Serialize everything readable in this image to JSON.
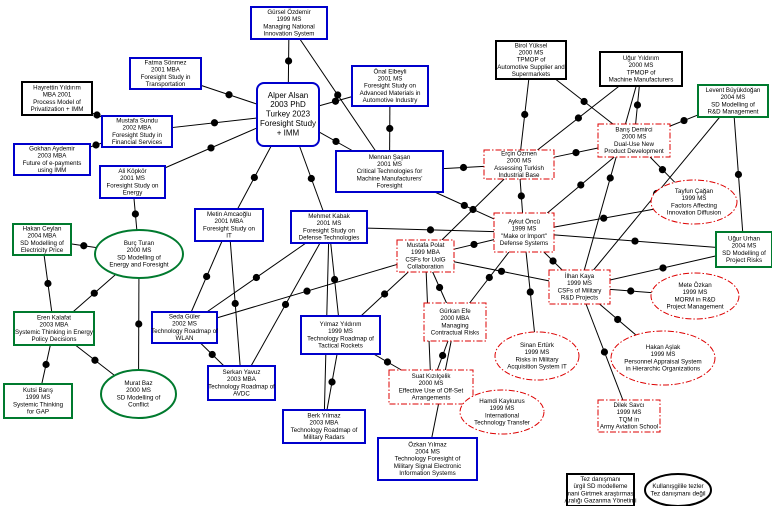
{
  "colors": {
    "blue": "#0000cc",
    "red": "#dd0000",
    "green": "#007a2e",
    "black": "#000000",
    "line": "#000000"
  },
  "nodes": [
    {
      "id": "gursel",
      "color": "blue",
      "shape": "rect",
      "lines": [
        "Gürsel Özdemir",
        "1999 MS",
        "Managing National",
        "Innovation System"
      ]
    },
    {
      "id": "fatma",
      "color": "blue",
      "shape": "rect",
      "lines": [
        "Fatma Sönmez",
        "2001 MBA",
        "Foresight Study in",
        "Transportation"
      ]
    },
    {
      "id": "hayrettin",
      "color": "black",
      "shape": "rect",
      "lines": [
        "Hayrettin Yıldırım",
        "MBA 2001",
        "Process Model of",
        "Privatization + IMM"
      ]
    },
    {
      "id": "mustafa_s",
      "color": "blue",
      "shape": "rect",
      "lines": [
        "Mustafa Sundu",
        "2002 MBA",
        "Foresight Study in",
        "Financial Services"
      ]
    },
    {
      "id": "alper",
      "color": "blue",
      "shape": "rect",
      "big": true,
      "lines": [
        "Alper Alsan",
        "2003 PhD",
        "Turkey 2023",
        "Foresight Study",
        "+ IMM"
      ]
    },
    {
      "id": "onal",
      "color": "blue",
      "shape": "rect",
      "lines": [
        "Önal Elbeyli",
        "2001 MS",
        "Foresight Study on",
        "Advanced Materials in",
        "Automotive Industry"
      ]
    },
    {
      "id": "birol",
      "color": "black",
      "shape": "rect",
      "lines": [
        "Birol Yüksel",
        "2000 MS",
        "TPMOP of",
        "Automotive Supplier and",
        "Supermarkets"
      ]
    },
    {
      "id": "ugur_y",
      "color": "black",
      "shape": "rect",
      "lines": [
        "Uğur Yıldırım",
        "2000 MS",
        "TPMOP of",
        "Machine Manufacturers"
      ]
    },
    {
      "id": "levent",
      "color": "green",
      "shape": "rect",
      "lines": [
        "Levent Büyükdoğan",
        "2004 MS",
        "SD Modelling of",
        "R&D Management"
      ]
    },
    {
      "id": "gokhan",
      "color": "blue",
      "shape": "rect",
      "lines": [
        "Gokhan Aydemir",
        "2003 MBA",
        "Future of e-payments",
        "using IMM"
      ]
    },
    {
      "id": "ali",
      "color": "blue",
      "shape": "rect",
      "lines": [
        "Ali Köpkör",
        "2001 MS",
        "Foresight Study on",
        "Energy"
      ]
    },
    {
      "id": "mennan",
      "color": "blue",
      "shape": "rect",
      "lines": [
        "Mennan Şaşan",
        "2001 MS",
        "Critical Technologies for",
        "Machine Manufacturers'",
        "Foresight"
      ]
    },
    {
      "id": "ercin",
      "color": "red",
      "shape": "rect",
      "lines": [
        "Erçin Özmen",
        "2000 MS",
        "Assessing Turkish",
        "Industrial Base"
      ]
    },
    {
      "id": "baris",
      "color": "red",
      "shape": "rect",
      "lines": [
        "Barış Demirci",
        "2000 MS",
        "Dual-Use New",
        "Product Development"
      ]
    },
    {
      "id": "tayfun",
      "color": "red",
      "shape": "ellipse",
      "lines": [
        "Tayfun Çağan",
        "1999 MS",
        "Factors Affecting",
        "Innovation Diffusion"
      ]
    },
    {
      "id": "hakan_c",
      "color": "green",
      "shape": "rect",
      "lines": [
        "Hakan Ceylan",
        "2004 MBA",
        "SD Modelling of",
        "Electricity Price"
      ]
    },
    {
      "id": "burc",
      "color": "green",
      "shape": "ellipse",
      "lines": [
        "Burç Turan",
        "2000 MS",
        "SD Modelling of",
        "Energy and Foresight"
      ]
    },
    {
      "id": "metin",
      "color": "blue",
      "shape": "rect",
      "lines": [
        "Metin Amcaoğlu",
        "2001 MBA",
        "Foresight Study on",
        "IT"
      ]
    },
    {
      "id": "mehmet",
      "color": "blue",
      "shape": "rect",
      "lines": [
        "Mehmet Kabak",
        "2001 MS",
        "Foresight Study on",
        "Defense Technologies"
      ]
    },
    {
      "id": "aykut",
      "color": "red",
      "shape": "rect",
      "lines": [
        "Aykut Öncü",
        "1999 MS",
        "\"Make or Import\"",
        "Defense Systems"
      ]
    },
    {
      "id": "mustafa_p",
      "color": "red",
      "shape": "rect",
      "lines": [
        "Mustafa Polat",
        "1999 MBA",
        "CSFs for UolG",
        "Collaboration"
      ]
    },
    {
      "id": "ugur_u",
      "color": "green",
      "shape": "rect",
      "lines": [
        "Uğur Urhan",
        "2004 MS",
        "SD Modelling of",
        "Project Risks"
      ]
    },
    {
      "id": "ilhan",
      "color": "red",
      "shape": "rect",
      "lines": [
        "İlhan Kaya",
        "1999 MS",
        "CSFs of Military",
        "R&D Projects"
      ]
    },
    {
      "id": "mete",
      "color": "red",
      "shape": "ellipse",
      "lines": [
        "Mete Özkan",
        "1999 MS",
        "MORM in R&D",
        "Project Management"
      ]
    },
    {
      "id": "eren",
      "color": "green",
      "shape": "rect",
      "lines": [
        "Eren Kalafat",
        "2003 MBA",
        "Systemic Thinking in Energy",
        "Policy Decisions"
      ]
    },
    {
      "id": "seda",
      "color": "blue",
      "shape": "rect",
      "lines": [
        "Seda Güler",
        "2002 MS",
        "Technology Roadmap of",
        "WLAN"
      ]
    },
    {
      "id": "yilmaz_y",
      "color": "blue",
      "shape": "rect",
      "lines": [
        "Yılmaz Yıldırım",
        "1999 MS",
        "Technology Roadmap of",
        "Tactical Rockets"
      ]
    },
    {
      "id": "gurkan",
      "color": "red",
      "shape": "rect",
      "lines": [
        "Gürkan Efe",
        "2000 MBA",
        "Managing",
        "Contractual Risks"
      ]
    },
    {
      "id": "sinan",
      "color": "red",
      "shape": "ellipse",
      "lines": [
        "Sinan Ertürk",
        "1999 MS",
        "Risks in Military",
        "Acquisition System IT"
      ]
    },
    {
      "id": "hakan_a",
      "color": "red",
      "shape": "ellipse",
      "lines": [
        "Hakan Aşlak",
        "1999 MS",
        "Personnel Appraisal System",
        "in Hierarchic Organizations"
      ]
    },
    {
      "id": "murat",
      "color": "green",
      "shape": "ellipse",
      "lines": [
        "Murat Baz",
        "2000 MS",
        "SD Modelling of",
        "Conflict"
      ]
    },
    {
      "id": "kutsi",
      "color": "green",
      "shape": "rect",
      "lines": [
        "Kutsi Barış",
        "1999 MS",
        "Systemic Thinking",
        "for GAP"
      ]
    },
    {
      "id": "serkan",
      "color": "blue",
      "shape": "rect",
      "lines": [
        "Serkan Yavuz",
        "2003 MBA",
        "Technology Roadmap of",
        "AVDC"
      ]
    },
    {
      "id": "suat",
      "color": "red",
      "shape": "rect",
      "lines": [
        "Suat Kızılçelik",
        "2000 MS",
        "Effective Use of Off-Set",
        "Arrangements"
      ]
    },
    {
      "id": "hamdi",
      "color": "red",
      "shape": "ellipse",
      "lines": [
        "Hamdi Kaykurus",
        "1999 MS",
        "International",
        "Technology Transfer"
      ]
    },
    {
      "id": "dilek",
      "color": "red",
      "shape": "rect",
      "lines": [
        "Dilek Savcı",
        "1999 MS",
        "TQM in",
        "Army Aviation School"
      ]
    },
    {
      "id": "berk",
      "color": "blue",
      "shape": "rect",
      "lines": [
        "Berk Yılmaz",
        "2003 MBA",
        "Technology Roadmap of",
        "Military Radars"
      ]
    },
    {
      "id": "ozkan",
      "color": "blue",
      "shape": "rect",
      "lines": [
        "Özkan Yılmaz",
        "2004 MS",
        "Technology Foresight of",
        "Military Signal Electronic",
        "Information Systems"
      ]
    }
  ],
  "legend": [
    {
      "id": "legend_rect",
      "color": "black",
      "shape": "rect",
      "lines": [
        "Tez danışmanı",
        "ürgil SD modelleme",
        "mani Girtmek araştırması",
        "Aralığı Gazanma Yönetimi"
      ]
    },
    {
      "id": "legend_ellipse",
      "color": "black",
      "shape": "ellipse",
      "lines": [
        "Kullanışgilile tezler",
        "Tez danışmanı değil"
      ]
    }
  ]
}
